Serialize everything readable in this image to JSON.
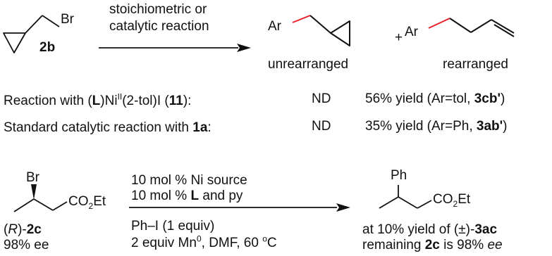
{
  "scheme_top": {
    "reactant_br": "Br",
    "reactant_id": "2b",
    "conditions": [
      "stoichiometric or",
      "catalytic reaction"
    ],
    "product_ar": "Ar",
    "plus": "+",
    "label_unrearranged": "unrearranged",
    "label_rearranged": "rearranged",
    "highlight_color": "#e8202a"
  },
  "rows": [
    {
      "lead": "Reaction with (",
      "ligand": "L",
      "mid": ")Ni",
      "ox": "II",
      "tail": "(2-tol)I (",
      "cmpd": "11",
      "close": "):",
      "nd": "ND",
      "yield_pre": "56% yield (Ar=tol, ",
      "product": "3cb'",
      "yield_post": ")"
    },
    {
      "lead": "Standard catalytic reaction with ",
      "cmpd": "1a",
      "close": ":",
      "nd": "ND",
      "yield_pre": "35% yield (Ar=Ph, ",
      "product": "3ab'",
      "yield_post": ")"
    }
  ],
  "scheme_bottom": {
    "reactant_br": "Br",
    "reactant_group": "CO",
    "reactant_group_sub": "2",
    "reactant_group_end": "Et",
    "config_open": "(",
    "config": "R",
    "config_close": ")-",
    "reactant_id": "2c",
    "reactant_ee": "98% ee",
    "cond_above": [
      "10 mol % Ni source",
      "10 mol % "
    ],
    "cond_ligand": "L",
    "cond_ligand_tail": " and py",
    "cond_below_1": "Ph–I (1 equiv)",
    "cond_below_2_pre": "2 equiv Mn",
    "cond_below_2_sup": "0",
    "cond_below_2_mid": ", DMF, 60 ",
    "cond_below_2_deg": "o",
    "cond_below_2_end": "C",
    "product_ph": "Ph",
    "product_group": "CO",
    "product_group_sub": "2",
    "product_group_end": "Et",
    "result_1_pre": "at 10% yield of (±)-",
    "result_1_cmpd": "3ac",
    "result_2_pre": "remaining ",
    "result_2_cmpd": "2c",
    "result_2_mid": " is 98% ",
    "result_2_ee": "ee"
  }
}
